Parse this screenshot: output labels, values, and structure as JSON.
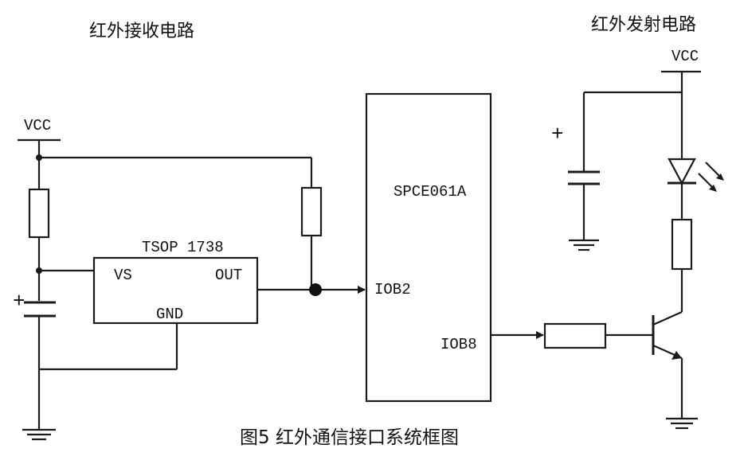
{
  "titles": {
    "receiver": "红外接收电路",
    "transmitter": "红外发射电路"
  },
  "caption": "图5 红外通信接口系统框图",
  "receiver": {
    "vcc": "VCC",
    "module": "TSOP 1738",
    "pin_vs": "VS",
    "pin_out": "OUT",
    "pin_gnd": "GND",
    "cap_plus": "+"
  },
  "mcu": {
    "name": "SPCE061A",
    "pin_iob2": "IOB2",
    "pin_iob8": "IOB8"
  },
  "transmitter": {
    "vcc": "VCC",
    "cap_plus": "+"
  }
}
